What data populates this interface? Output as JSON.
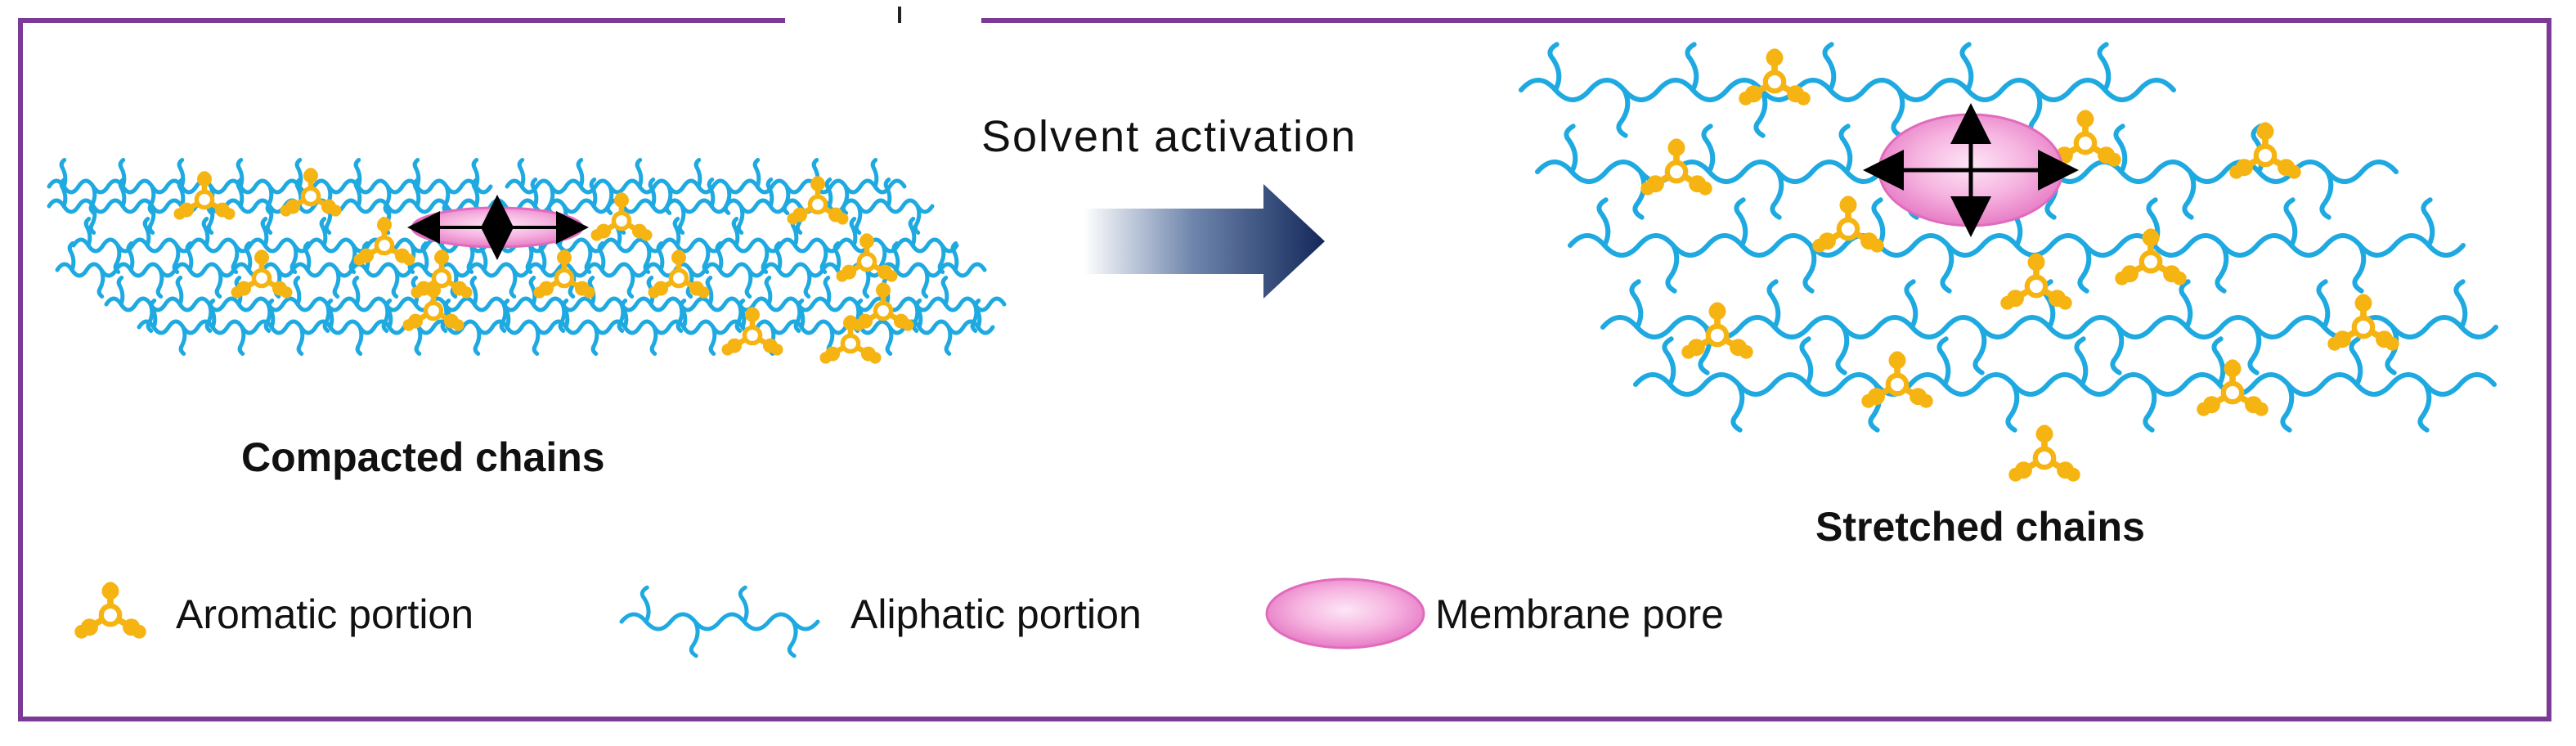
{
  "arrow_label": "Solvent activation",
  "captions": {
    "left": "Compacted chains",
    "right": "Stretched chains"
  },
  "legend": {
    "aromatic": "Aromatic portion",
    "aliphatic": "Aliphatic portion",
    "pore": "Membrane pore"
  },
  "colors": {
    "frame": "#7b3a96",
    "aliphatic": "#1fa9e1",
    "aromatic": "#f5b412",
    "pore": "#f2a2d8",
    "arrow": "#1b2f5e"
  }
}
